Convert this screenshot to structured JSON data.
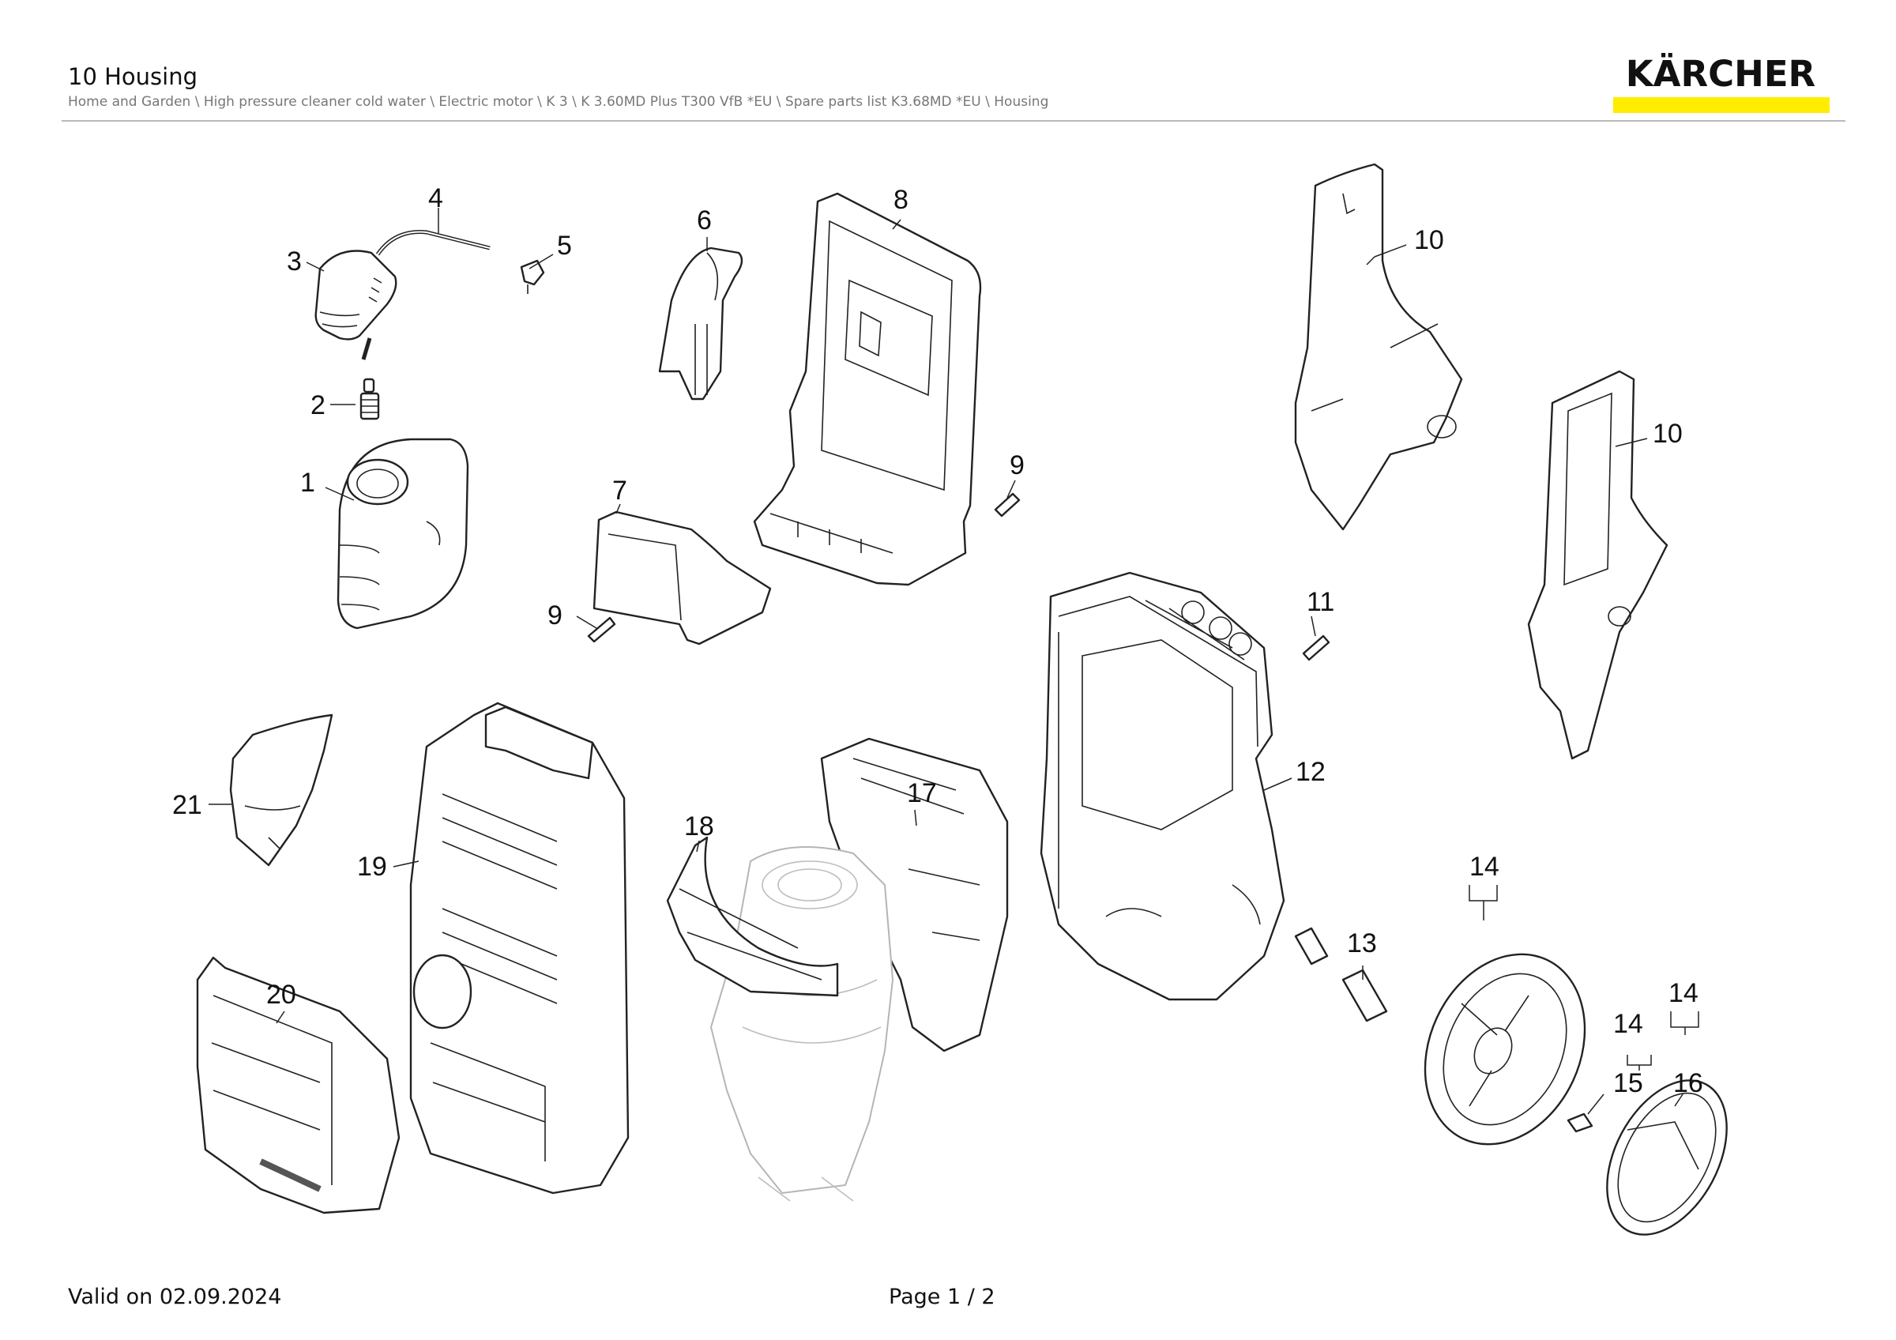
{
  "header": {
    "title": "10 Housing",
    "breadcrumb": "Home and Garden \\ High pressure cleaner cold water \\ Electric motor \\ K 3 \\ K 3.60MD Plus T300 VfB *EU \\ Spare parts list K3.68MD *EU \\ Housing",
    "logo_text": "KÄRCHER",
    "brand_colors": {
      "logo_bar": "#ffed00",
      "logo_text": "#111111"
    }
  },
  "callouts": {
    "c1": "1",
    "c2": "2",
    "c3": "3",
    "c4": "4",
    "c5": "5",
    "c6": "6",
    "c7": "7",
    "c8": "8",
    "c9a": "9",
    "c9b": "9",
    "c10a": "10",
    "c10b": "10",
    "c11": "11",
    "c12": "12",
    "c13": "13",
    "c14a": "14",
    "c14b": "14",
    "c14c": "14",
    "c15": "15",
    "c16": "16",
    "c17": "17",
    "c18": "18",
    "c19": "19",
    "c20": "20",
    "c21": "21"
  },
  "footer": {
    "valid": "Valid on 02.09.2024",
    "page": "Page 1 / 2"
  }
}
